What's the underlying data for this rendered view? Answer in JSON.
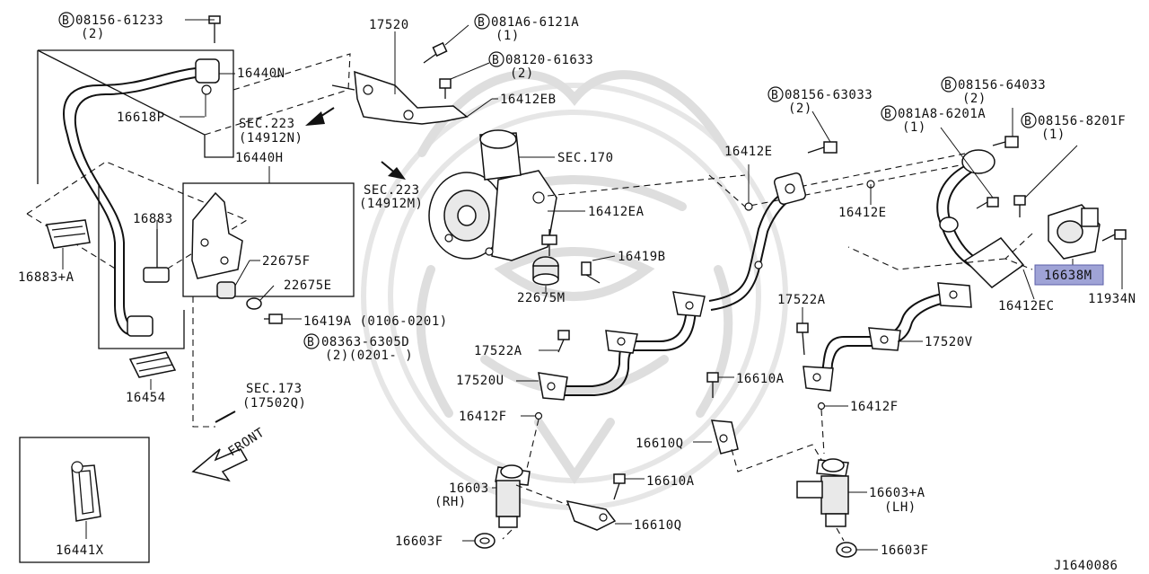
{
  "diagram_id": "J1640086",
  "labels": {
    "bolt_08156_61233": "08156-61233",
    "qty_2_a": "(2)",
    "p_16440N": "16440N",
    "p_16618P": "16618P",
    "p_17520": "17520",
    "bolt_081A6_6121A": "081A6-6121A",
    "qty_1_a": "(1)",
    "bolt_08120_61633": "08120-61633",
    "qty_2_b": "(2)",
    "p_16412EB": "16412EB",
    "sec223_n": "SEC.223",
    "sec223_n_sub": "(14912N)",
    "sec223_m": "SEC.223",
    "sec223_m_sub": "(14912M)",
    "sec170": "SEC.170",
    "p_16440H": "16440H",
    "p_16883": "16883",
    "p_16883A": "16883+A",
    "p_22675F": "22675F",
    "p_22675E": "22675E",
    "p_16412EA": "16412EA",
    "p_16419B": "16419B",
    "p_22675M": "22675M",
    "p_16419A": "16419A (0106-0201)",
    "bolt_08363_6305D": "08363-6305D",
    "qty_08363": "(2)(0201-    )",
    "p_16454": "16454",
    "sec173": "SEC.173",
    "sec173_sub": "(17502Q)",
    "front": "FRONT",
    "p_16441X": "16441X",
    "bolt_08156_63033": "08156-63033",
    "qty_2_c": "(2)",
    "p_16412E_a": "16412E",
    "p_16412E_b": "16412E",
    "bolt_08156_64033": "08156-64033",
    "qty_2_d": "(2)",
    "bolt_081A8_6201A": "081A8-6201A",
    "qty_1_b": "(1)",
    "bolt_08156_8201F": "08156-8201F",
    "qty_1_c": "(1)",
    "p_16638M": "16638M",
    "p_16412EC": "16412EC",
    "p_11934N": "11934N",
    "p_17522A_a": "17522A",
    "p_17522A_b": "17522A",
    "p_17520V": "17520V",
    "p_17520U": "17520U",
    "p_16610A_a": "16610A",
    "p_16610A_b": "16610A",
    "p_16412F_a": "16412F",
    "p_16412F_b": "16412F",
    "p_16610Q_a": "16610Q",
    "p_16610Q_b": "16610Q",
    "p_16603": "16603",
    "p_16603_rh": "(RH)",
    "p_16603A": "16603+A",
    "p_16603A_lh": "(LH)",
    "p_16603F_a": "16603F",
    "p_16603F_b": "16603F",
    "bolt_prefix": "B"
  },
  "highlight_color": "#9fa3d6"
}
